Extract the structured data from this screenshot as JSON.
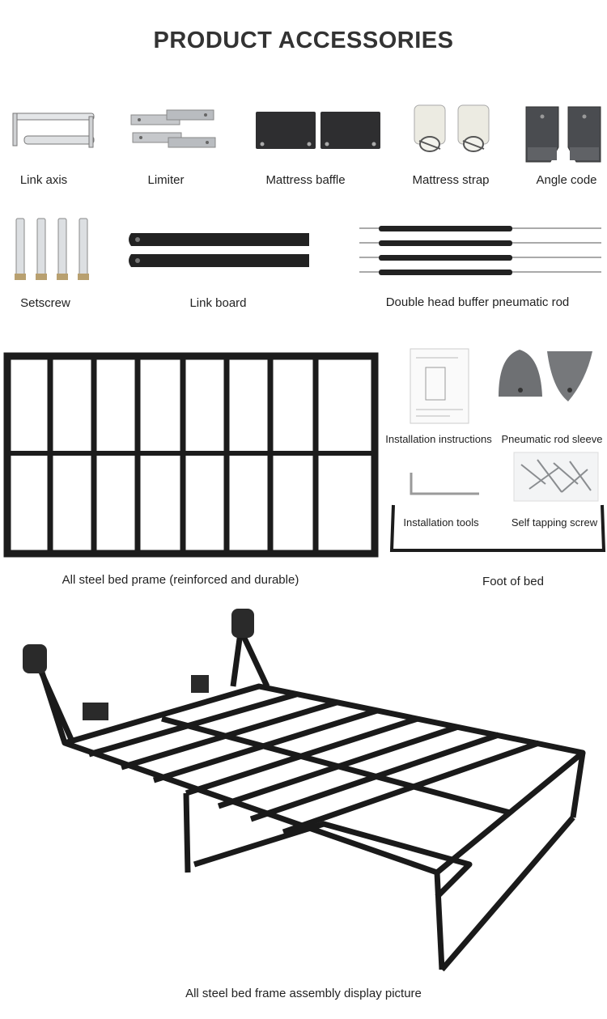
{
  "title": "PRODUCT ACCESSORIES",
  "row1": {
    "link_axis": "Link axis",
    "limiter": "Limiter",
    "mattress_baffle": "Mattress baffle",
    "mattress_strap": "Mattress strap",
    "angle_code": "Angle code"
  },
  "row2": {
    "setscrew": "Setscrew",
    "link_board": "Link board",
    "pneumatic_rod": "Double head buffer pneumatic rod"
  },
  "row3": {
    "installation_instructions": "Installation instructions",
    "pneumatic_rod_sleeve": "Pneumatic rod sleeve",
    "installation_tools": "Installation tools",
    "self_tapping_screw": "Self tapping screw",
    "bed_frame": "All steel bed prame (reinforced and durable)",
    "foot_of_bed": "Foot of bed"
  },
  "assembly_caption": "All steel bed frame assembly display picture",
  "colors": {
    "steel": "#1c1c1c",
    "silver": "#c9ccd0",
    "dark_plate": "#2e2e30"
  }
}
